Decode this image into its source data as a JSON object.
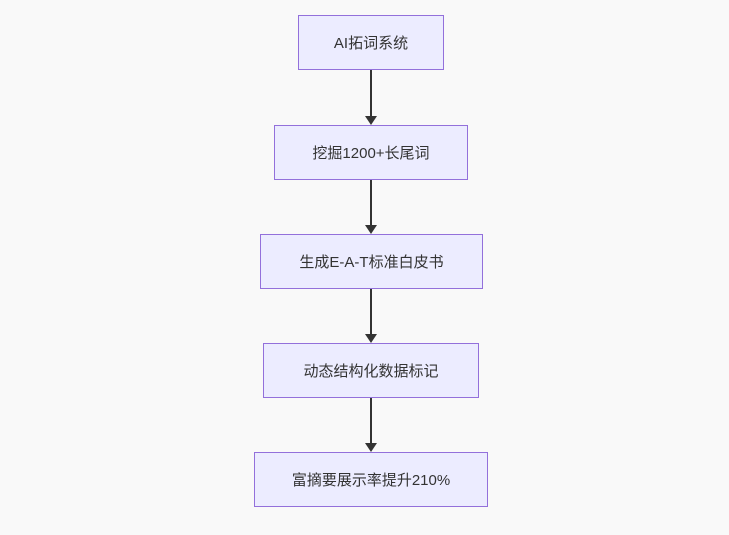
{
  "diagram": {
    "type": "flowchart",
    "direction": "top-down",
    "colors": {
      "background": "#f9f9f9",
      "node_fill": "#ECECFF",
      "node_border": "#9370DB",
      "node_text": "#333333",
      "arrow": "#333333"
    },
    "nodes": [
      {
        "label": "AI拓词系统"
      },
      {
        "label": "挖掘1200+长尾词"
      },
      {
        "label": "生成E-A-T标准白皮书"
      },
      {
        "label": "动态结构化数据标记"
      },
      {
        "label": "富摘要展示率提升210%"
      }
    ],
    "edges": [
      {
        "from": 0,
        "to": 1
      },
      {
        "from": 1,
        "to": 2
      },
      {
        "from": 2,
        "to": 3
      },
      {
        "from": 3,
        "to": 4
      }
    ]
  }
}
